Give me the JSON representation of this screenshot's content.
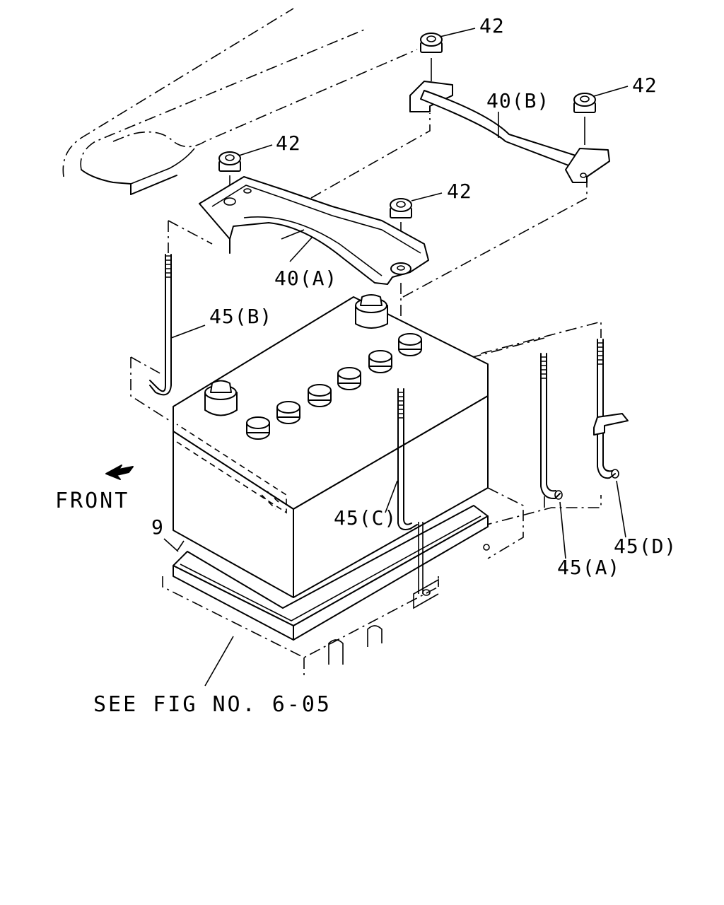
{
  "labels": {
    "nut_top": "42",
    "nut_right": "42",
    "nut_left": "42",
    "nut_mid": "42",
    "bracket_b": "40(B)",
    "bracket_a": "40(A)",
    "bolt_b": "45(B)",
    "bolt_c": "45(C)",
    "bolt_a": "45(A)",
    "bolt_d": "45(D)",
    "tray": "9",
    "front": "FRONT",
    "see_fig": "SEE FIG NO. 6-05"
  },
  "icons": {
    "front_arrow": "arrow-down-left-icon"
  },
  "colors": {
    "ink": "#000000",
    "paper": "#ffffff"
  }
}
